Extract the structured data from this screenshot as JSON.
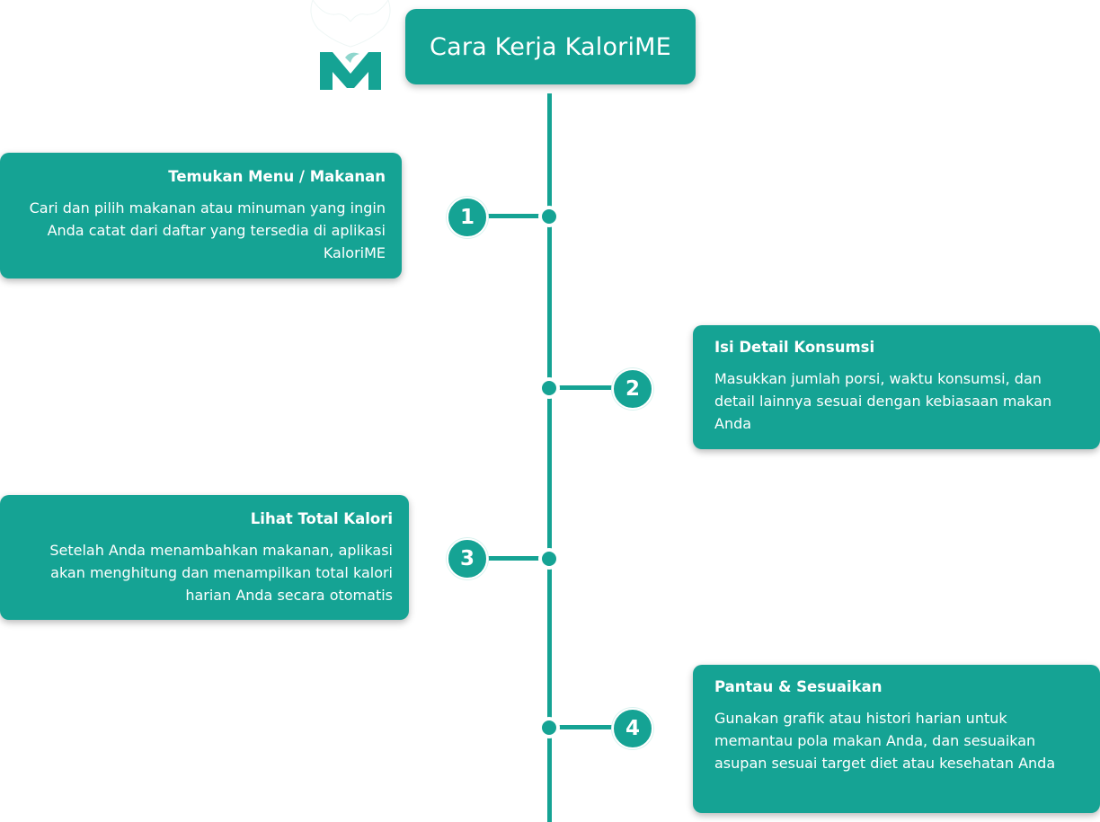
{
  "header": {
    "title": "Cara Kerja KaloriME",
    "logo_icon": "kalorime-logo-icon"
  },
  "colors": {
    "primary": "#15a394",
    "text": "#ffffff"
  },
  "steps": [
    {
      "number": "1",
      "title": "Temukan Menu / Makanan",
      "description": "Cari dan pilih makanan atau minuman yang ingin Anda catat dari daftar yang tersedia di aplikasi KaloriME"
    },
    {
      "number": "2",
      "title": "Isi Detail Konsumsi",
      "description": "Masukkan jumlah porsi, waktu konsumsi, dan detail lainnya sesuai dengan kebiasaan makan Anda"
    },
    {
      "number": "3",
      "title": "Lihat Total Kalori",
      "description": "Setelah Anda menambahkan makanan, aplikasi akan menghitung dan menampilkan total kalori harian Anda secara otomatis"
    },
    {
      "number": "4",
      "title": "Pantau & Sesuaikan",
      "description": "Gunakan grafik atau histori harian untuk memantau pola makan Anda, dan sesuaikan asupan sesuai target diet atau kesehatan Anda"
    }
  ]
}
